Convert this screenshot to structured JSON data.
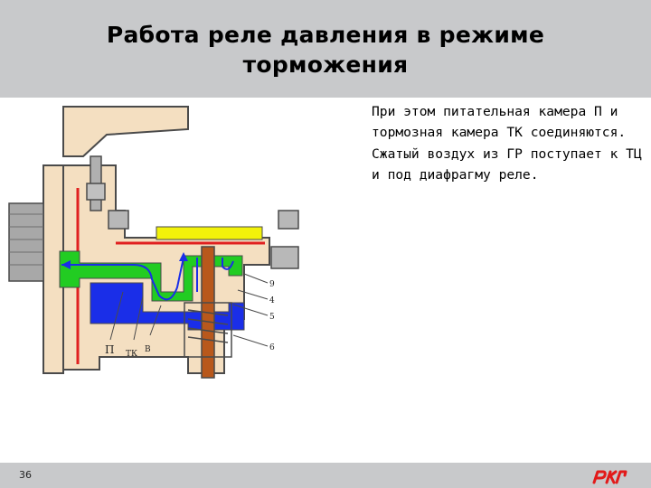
{
  "title": {
    "line1": "Работа реле давления в режиме",
    "line2": "торможения"
  },
  "description": {
    "paragraph1": "При этом питательная камера П и тормозная камера ТК соединяются.",
    "paragraph2": "Сжатый воздух из ГР поступает к ТЦ и под диафрагму реле."
  },
  "diagram": {
    "labels": {
      "p": "П",
      "tk": "ТК",
      "v": "В",
      "n9": "9",
      "n4": "4",
      "n5": "5",
      "n6": "6"
    },
    "colors": {
      "body": "#f4dfc1",
      "outline": "#4a4a4a",
      "green": "#22cc22",
      "blue": "#1a2ee8",
      "yellow": "#f2f20a",
      "red": "#e02020",
      "copper": "#b8581c",
      "bolt": "#a0a0a0"
    }
  },
  "footer": {
    "page_number": "36",
    "logo": "РЖД"
  }
}
